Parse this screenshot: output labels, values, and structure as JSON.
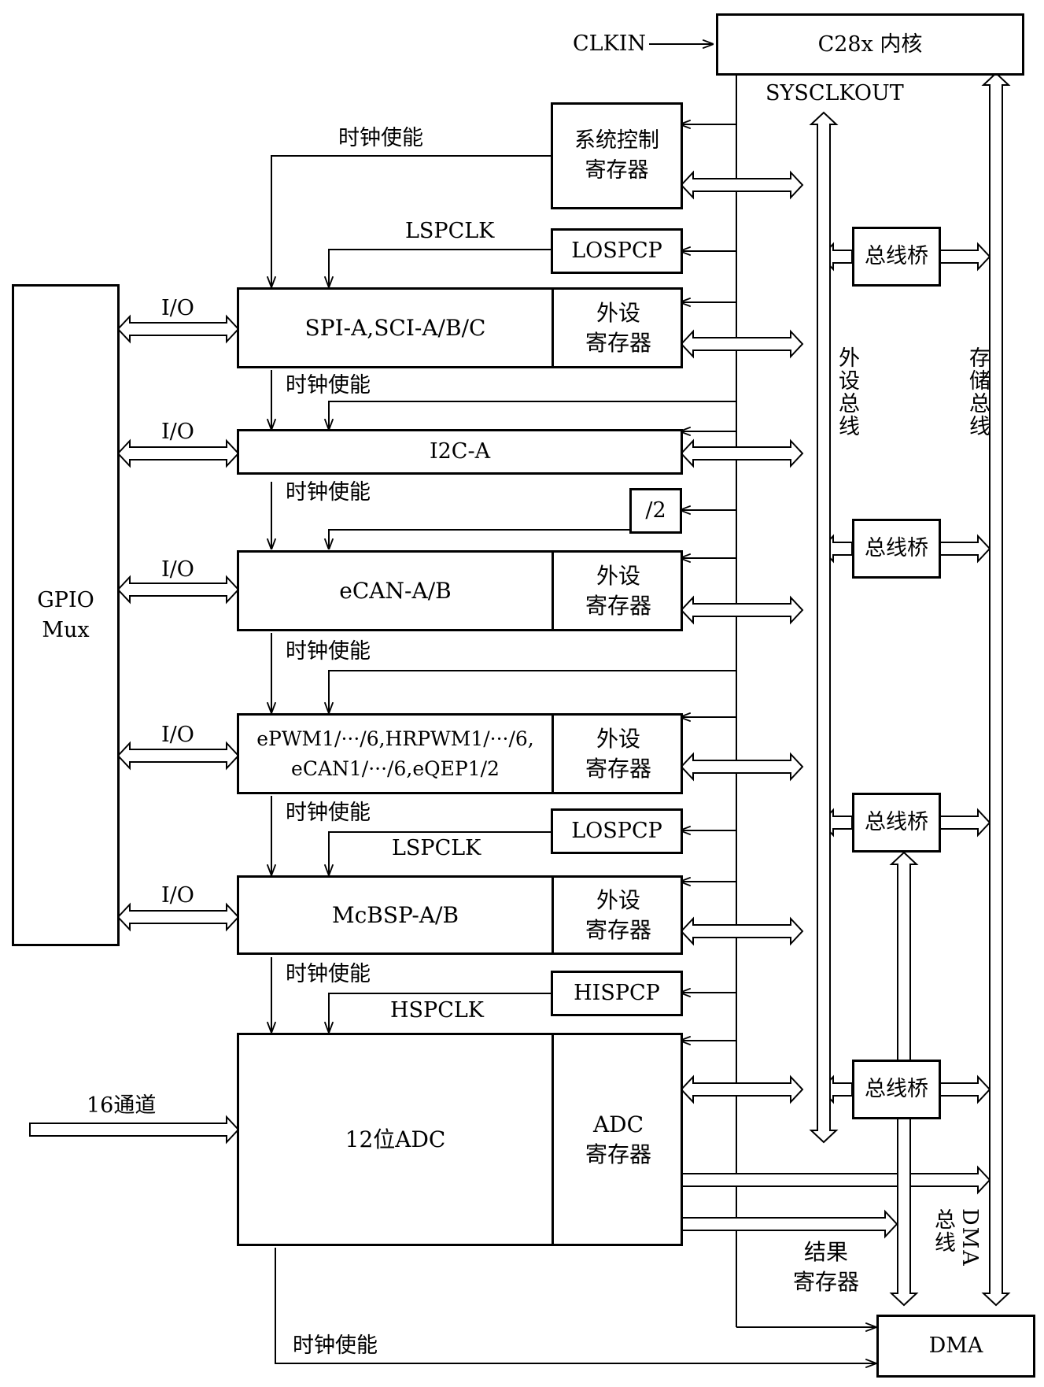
{
  "core": {
    "clkin": "CLKIN",
    "name": "C28x 内核",
    "sysclkout": "SYSCLKOUT"
  },
  "gpio": {
    "label": "GPIO\nMux"
  },
  "io_label": "I/O",
  "clock_enable_label": "时钟使能",
  "lspclk_label": "LSPCLK",
  "hspclk_label": "HSPCLK",
  "sys_ctrl": "系统控制\n寄存器",
  "prescalers": {
    "losp1": "LOSPCP",
    "losp2": "LOSPCP",
    "div2": "/2",
    "hisp": "HISPCP"
  },
  "periph_reg": "外设\n寄存器",
  "peripherals": {
    "spi": "SPI-A,SCI-A/B/C",
    "i2c": "I2C-A",
    "ecan": "eCAN-A/B",
    "epwm": "ePWM1/···/6,HRPWM1/···/6,\neCAN1/···/6,eQEP1/2",
    "mcbsp": "McBSP-A/B",
    "adc": "12位ADC"
  },
  "adc_reg": "ADC\n寄存器",
  "adc_input": "16通道",
  "bus_bridge": "总线桥",
  "buses": {
    "peripheral": "外设总线",
    "memory": "存储总线",
    "dma": "DMA\n总线"
  },
  "result_reg": "结果\n寄存器",
  "dma": "DMA"
}
